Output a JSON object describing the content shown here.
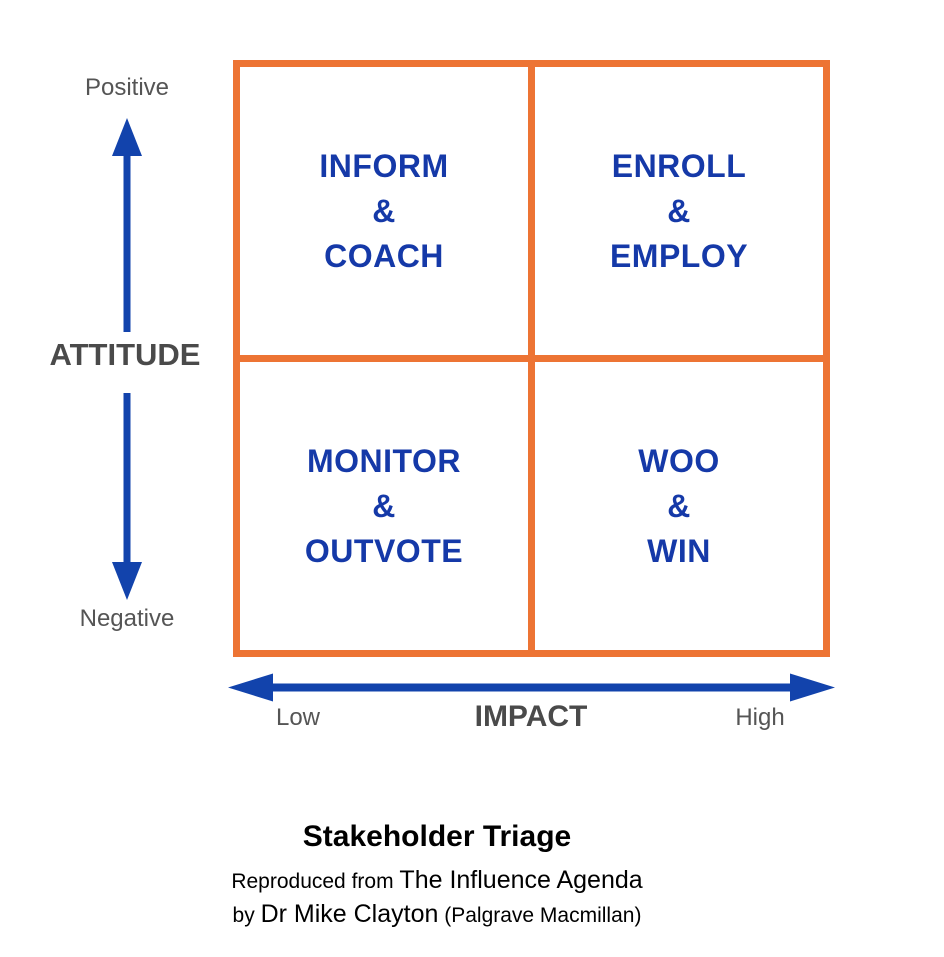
{
  "colors": {
    "grid_border": "#ED7434",
    "quadrant_text": "#1539A8",
    "arrow": "#1243AC",
    "axis_title": "#4A4A4A",
    "axis_end_label": "#555555",
    "caption_text": "#000000",
    "background": "#FFFFFF"
  },
  "matrix": {
    "quadrants": [
      {
        "position": "top-left",
        "lines": [
          "INFORM",
          "&",
          "COACH"
        ]
      },
      {
        "position": "top-right",
        "lines": [
          "ENROLL",
          "&",
          "EMPLOY"
        ]
      },
      {
        "position": "bottom-left",
        "lines": [
          "MONITOR",
          "&",
          "OUTVOTE"
        ]
      },
      {
        "position": "bottom-right",
        "lines": [
          "WOO",
          "&",
          "WIN"
        ]
      }
    ]
  },
  "y_axis": {
    "title": "ATTITUDE",
    "top_label": "Positive",
    "bottom_label": "Negative"
  },
  "x_axis": {
    "title": "IMPACT",
    "left_label": "Low",
    "right_label": "High"
  },
  "caption": {
    "title": "Stakeholder Triage",
    "reproduced_prefix": "Reproduced from ",
    "book_title": "The Influence Agenda",
    "by_prefix": "by ",
    "author": "Dr Mike Clayton",
    "publisher": " (Palgrave Macmillan)"
  }
}
